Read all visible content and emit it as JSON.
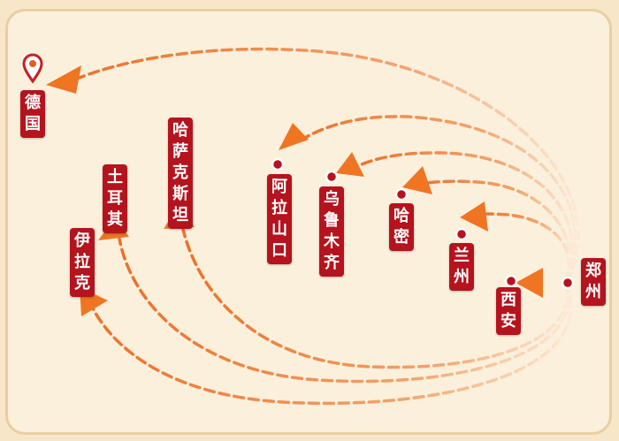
{
  "map": {
    "colors": {
      "background": "#f7e6c8",
      "panel": "#fbf0dc",
      "route": "#ef7d35",
      "arrow": "#ef7523",
      "label_bg": "#b5131d",
      "label_text": "#ffffff"
    },
    "origin": {
      "name": "郑州",
      "marker_icon": "dot-marker-icon"
    },
    "destinations": [
      {
        "name": "西安"
      },
      {
        "name": "兰州"
      },
      {
        "name": "哈密"
      },
      {
        "name": "乌鲁木齐"
      },
      {
        "name": "阿拉山口"
      },
      {
        "name": "哈萨克斯坦"
      },
      {
        "name": "土耳其"
      },
      {
        "name": "伊拉克"
      },
      {
        "name": "德国",
        "marker_icon": "map-pin-icon"
      }
    ]
  }
}
